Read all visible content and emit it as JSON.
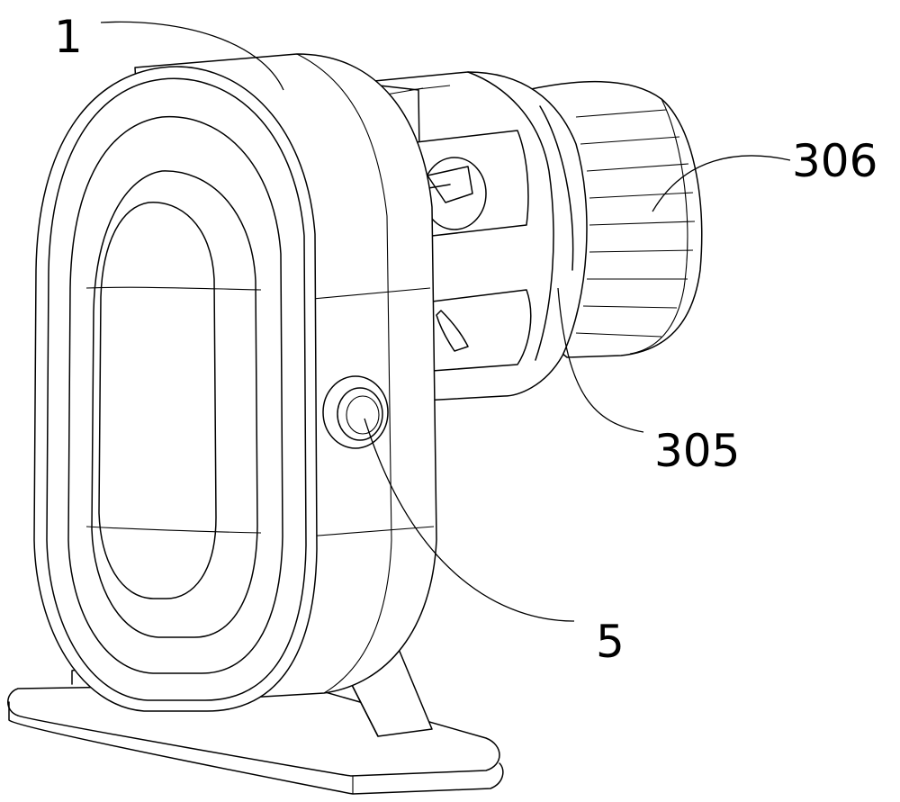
{
  "figure": {
    "callouts": [
      {
        "id": "c1",
        "label": "1"
      },
      {
        "id": "c306",
        "label": "306"
      },
      {
        "id": "c305",
        "label": "305"
      },
      {
        "id": "c5",
        "label": "5"
      }
    ],
    "colors": {
      "line": "#000000",
      "background": "#ffffff"
    }
  }
}
